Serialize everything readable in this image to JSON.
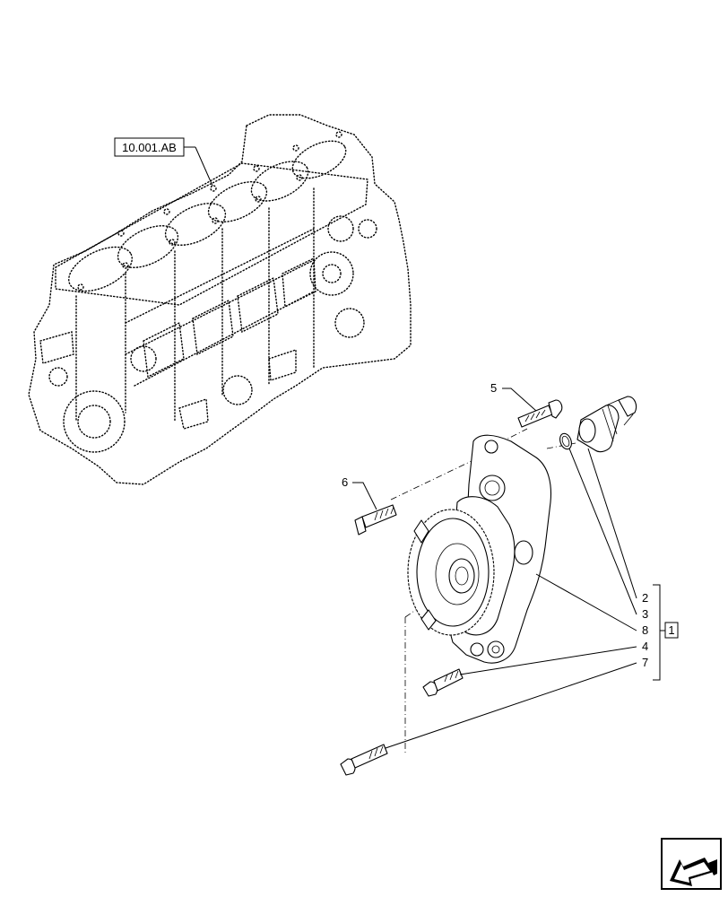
{
  "diagram": {
    "reference_label": "10.001.AB",
    "group_label": "1",
    "callouts": {
      "c5": "5",
      "c6": "6",
      "c2": "2",
      "c3": "3",
      "c8": "8",
      "c4": "4",
      "c7": "7"
    },
    "nav_icon": "arrow-box-icon"
  }
}
